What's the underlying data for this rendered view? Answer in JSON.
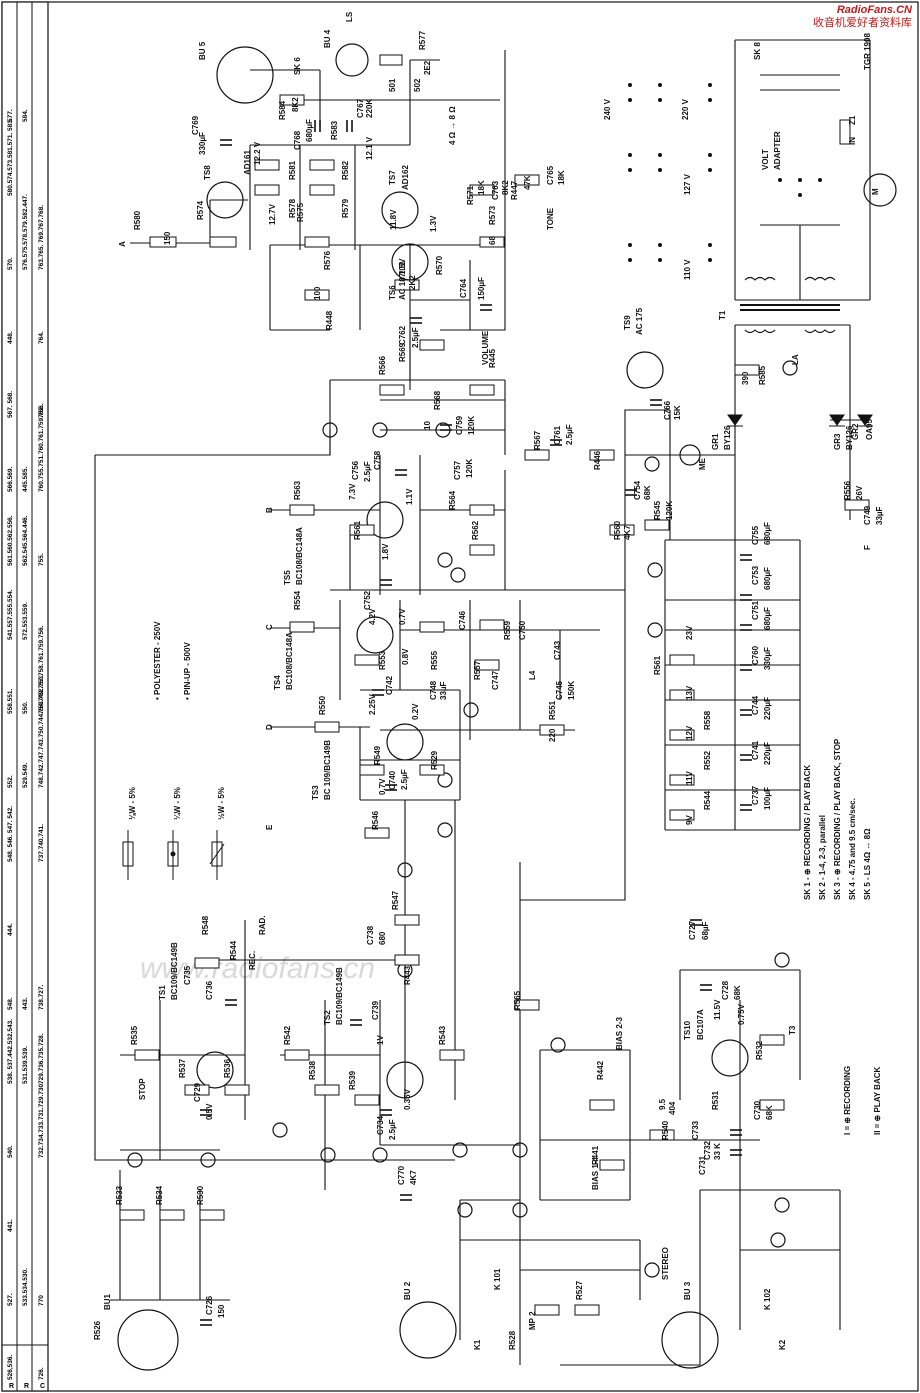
{
  "watermark": {
    "line1": "RadioFans.CN",
    "line2": "收音机爱好者资料库"
  },
  "faint_watermark": "www.radiofans.cn",
  "colors": {
    "ink": "#111111",
    "watermark": "#c21a1a",
    "paper": "#ffffff"
  },
  "index_table": {
    "row_labels": [
      "R",
      "R",
      "C"
    ],
    "columns": [
      [
        "526,536.",
        "",
        "726."
      ],
      [
        "527.",
        "533.534.530.",
        "770"
      ],
      [
        "441.",
        "",
        ""
      ],
      [
        "540.",
        "",
        "732.734.733.731.729.730."
      ],
      [
        "538. 537.442.532.543.",
        "531.539.539.",
        "729.736.735.728."
      ],
      [
        "548.",
        "443.",
        "738.727."
      ],
      [
        "444.",
        "",
        ""
      ],
      [
        "548. 546. 547. 542.",
        "",
        "737.740.741."
      ],
      [
        "552.",
        "529.549.",
        "748.742.747.743.750.744.753.752.753."
      ],
      [
        "558.551.",
        "550.",
        "754.749.757.758.761.759.756."
      ],
      [
        "541.557.555.554.",
        "572.553.559.",
        ""
      ],
      [
        "561.560.562.556.",
        "562.545.564.446.",
        "755."
      ],
      [
        "566.569.",
        "445.585.",
        "760.755.751.760.761.759.756."
      ],
      [
        "567. 568.",
        "",
        "762."
      ],
      [
        "448.",
        "",
        "764."
      ],
      [
        "570.",
        "576.575.578.579.582.447.",
        "763.765. 769.767.768."
      ],
      [
        "580.574.573.581.571. 583.",
        "",
        ""
      ],
      [
        "577.",
        "584.",
        ""
      ]
    ]
  },
  "labels": {
    "top": {
      "BU5": "BU 5",
      "BU4": "BU 4",
      "LS": "LS",
      "SK6": "SK 6",
      "R577": "R577",
      "v2E2": "2E2",
      "R584": "R584",
      "v8K2": "8K2",
      "C769": "C769",
      "C769v": "330µF",
      "C768": "C768",
      "C768v": "680µF",
      "R583": "R583",
      "C767": "C767",
      "C767v": "220K",
      "v501": "501",
      "v502": "502",
      "ohm": "4 Ω → 8 Ω",
      "TS8": "TS8",
      "AD161": "AD161",
      "TS7": "TS7",
      "AD162": "AD162",
      "v12_2V": "12.2 V",
      "v12_1V": "12.1 V",
      "v12_7V": "12.7V",
      "R581": "R581",
      "R582": "R582",
      "R578": "R578",
      "R579": "R579",
      "R575": "R575",
      "R574": "R574",
      "R580": "R580",
      "R576": "R576",
      "R448": "R448",
      "v100": "100",
      "v150": "150",
      "TS6": "TS6",
      "AC187_01": "AC 187/01",
      "v1_5V": "1.5V",
      "v1_8V": "11.8V",
      "v1_3V": "1.3V",
      "R570": "R570",
      "R573": "R573",
      "v68": "68",
      "C764": "C764",
      "C764v": "150µF",
      "v2K2": "2K2",
      "R571": "R571",
      "v18K": "18K",
      "C763a": "C763",
      "R447": "R447",
      "v47K": "47K",
      "C765": "C765",
      "v18K2": "18K",
      "TONE": "TONE",
      "v8K2b": "8K2",
      "C762": "C762",
      "C762v": "2.5µF",
      "R569": "R569",
      "R566": "R566",
      "VOLUME": "VOLUME",
      "R445": "R445",
      "A": "A",
      "F": "F"
    },
    "middle": {
      "R568": "R568",
      "C759": "C759",
      "C759v": "120K",
      "v10": "10",
      "TS5": "TS5",
      "BC108_148A": "BC108/BC148A",
      "R561": "R561",
      "R563": "R563",
      "C756": "C756",
      "C756v": "2.5µF",
      "C758": "C758",
      "v7_3V": "7.3V",
      "v1_1V": "1.1V",
      "v1_8V": "1.8V",
      "C757": "C757",
      "C757v": "120K",
      "R564": "R564",
      "R562": "R562",
      "R567": "R567",
      "C761": "C761",
      "C761v": "2.5µF",
      "R446": "R446",
      "ME": "ME",
      "C754": "C754",
      "v68K": "68K",
      "R560": "R560",
      "v4K7": "4K7",
      "R565": "R565",
      "TS4": "TS4",
      "BC108_148A2": "BC108/BC148A",
      "R554": "R554",
      "C752": "C752",
      "v4_2V": "4.2V",
      "v0_7V": "0.7V",
      "v0_8V": "0.8V",
      "R553": "R553",
      "R555": "R555",
      "C748": "C748",
      "C748v": "33µF",
      "R557": "R557",
      "R559": "R559",
      "C747": "C747",
      "C743": "C743",
      "C746": "C746",
      "C750": "C750",
      "C745": "C745",
      "C745v": "150K",
      "R551": "R551",
      "L4": "L4",
      "v220": "220",
      "TS3": "TS3",
      "BC109_149B": "BC 109/BC149B",
      "R550": "R550",
      "R549": "R549",
      "R529": "R529",
      "v2_25V": "2.25V",
      "v0_2V": "0.2V",
      "v0_7V2": "0.7V",
      "C742": "C742",
      "C740": "C740",
      "C740v": "2.5µF",
      "R546": "R546",
      "B": "B",
      "C": "C",
      "D": "D",
      "E": "E"
    },
    "lower_left": {
      "TS1": "TS1",
      "BC109_149B": "BC109/BC149B",
      "TS2": "TS2",
      "BC109_149B2": "BC109/BC149B",
      "R548": "R548",
      "R544": "R544",
      "RAD": "RAD.",
      "REC": "REC.",
      "R547": "R547",
      "C738": "C738",
      "C738v": "680",
      "R443": "R443",
      "C736": "C736",
      "C739": "C739",
      "C735": "C735",
      "R535": "R535",
      "R536": "R536",
      "R537": "R537",
      "R542": "R542",
      "R538": "R538",
      "R539": "R539",
      "R543": "R543",
      "C729": "C729",
      "C734": "C734",
      "C734v": "2.5µF",
      "v0_5V": "0.5V",
      "v0_35V": "0.35V",
      "v1V": "1V",
      "STOP": "STOP",
      "C770": "C770",
      "C770v": "4K7",
      "R533": "R533",
      "R534": "R534",
      "R530": "R530",
      "C726": "C726",
      "C726v": "150",
      "BU1": "BU1",
      "BU2": "BU 2",
      "BU3": "BU 3",
      "R526": "R526",
      "MP2": "MP 2",
      "R528": "R528",
      "R527": "R527",
      "K1": "K1",
      "K101": "K 101",
      "STEREO": "STEREO",
      "BIAS1_4": "BIAS 1-4",
      "BIAS2_3": "BIAS 2-3",
      "R441": "R441",
      "R442": "R442",
      "R540": "R540",
      "C733": "C733",
      "C731": "C731",
      "C732": "C732",
      "C732v": "33 K",
      "v9_5": "9.5",
      "v4_04": "404"
    },
    "lower_right": {
      "TS10": "TS10",
      "BC107A": "BC107A",
      "R532": "R532",
      "R531": "R531",
      "C728": "C728",
      "C728v": "68K",
      "C727": "C727",
      "C727v": "68µF",
      "C730": "C730",
      "C730v": "68K",
      "T3": "T3",
      "K102": "K 102",
      "K2": "K2",
      "v11_5V": "11.5V",
      "v0_75V": "0.75V"
    },
    "power": {
      "v240V": "240 V",
      "v220V": "220 V",
      "v127V": "127 V",
      "v110V": "110 V",
      "SK8": "SK 8",
      "TGR": "TGR 1908",
      "Z1": "Z1",
      "IN": "IN",
      "T1": "T1",
      "VOLT": "VOLT",
      "ADAPTER": "ADAPTER",
      "M": "M",
      "TS9": "TS9",
      "AC175": "AC 175",
      "C766": "C766",
      "C766v": "15K",
      "GR1": "GR1",
      "BY126": "BY126",
      "GR2": "GR2",
      "OA95": "OA95",
      "GR3": "GR3",
      "BY126b": "BY126",
      "R585": "R585",
      "LA": "LA",
      "v390": "390",
      "R556": "R556",
      "v26V": "26V",
      "C749": "C749",
      "C749v": "33µF",
      "C755": "C755",
      "C755v": "680µF",
      "C753": "C753",
      "C753v": "680µF",
      "C751": "C751",
      "C751v": "680µF",
      "C760": "C760",
      "C760v": "330µF",
      "C744": "C744",
      "C744v": "220µF",
      "C741": "C741",
      "C741v": "220µF",
      "C737": "C737",
      "C737v": "100µF",
      "R561b": "R561",
      "R558": "R558",
      "R552b": "R552",
      "R544b": "R544",
      "v23V": "23V",
      "v13V": "13V",
      "v12V": "12V",
      "v11V": "11V",
      "v9V": "9V",
      "R545": "R545",
      "v120K": "120K"
    }
  },
  "legend": {
    "polyester": "• POLYESTER - 250V",
    "pinup": "• PIN-UP - 500V",
    "w18": "⅛W - 5%",
    "w14": "¼W - 5%",
    "w12": "½W - 5%",
    "sk": [
      "SK 1 - ⊕ RECORDING / PLAY BACK",
      "SK 2 - 1-4, 2-3, parallel",
      "SK 3 - ⊕ RECORDING / PLAY BACK, STOP",
      "SK 4 - 4.75 and 9.5 cm/sec.",
      "SK 5 - LS 4Ω ↔ 8Ω"
    ],
    "modes": [
      "I = ⊕ RECORDING",
      "II = ⊕ PLAY BACK"
    ]
  }
}
